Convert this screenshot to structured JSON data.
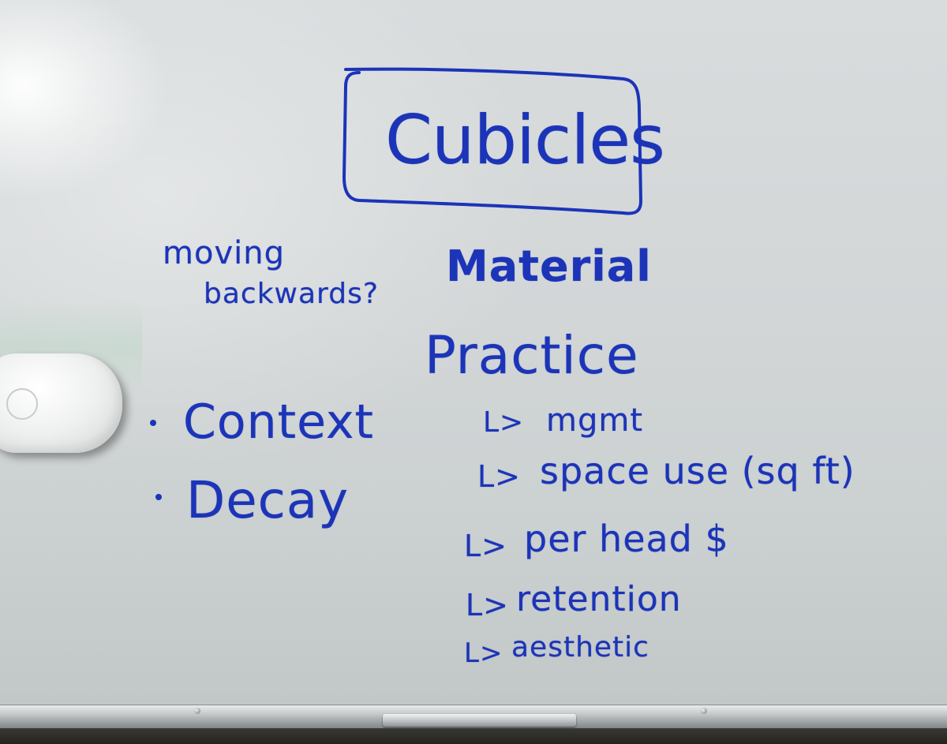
{
  "whiteboard": {
    "title": "Cubicles",
    "left_notes": {
      "question_line1": "moving",
      "question_line2": "backwards?",
      "bullets": [
        "Context",
        "Decay"
      ]
    },
    "right_notes": {
      "heading1": "Material",
      "heading2": "Practice",
      "items": [
        "mgmt",
        "space use (sq ft)",
        "per head $",
        "retention",
        "aesthetic"
      ],
      "arrow_symbol": "L>"
    },
    "ink_color": "#1b34b8"
  }
}
